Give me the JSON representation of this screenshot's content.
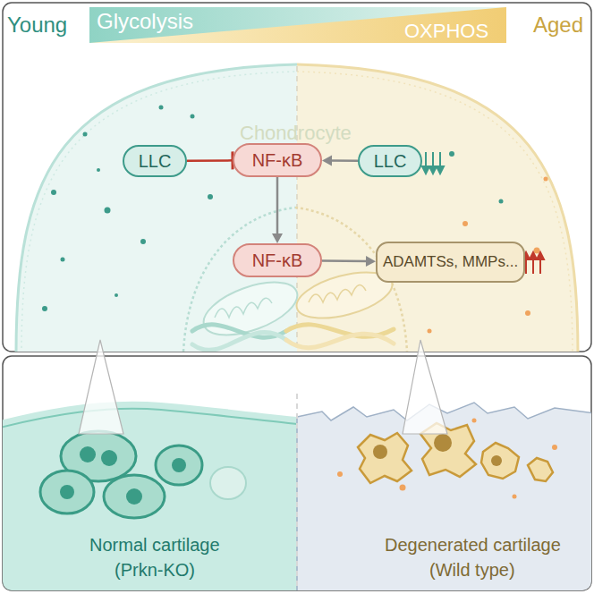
{
  "diagram": {
    "nodes": [
      {
        "text": [
          "LLC"
        ]
      },
      {
        "text": [
          "NF-κB"
        ]
      },
      {
        "text": [
          "LLC"
        ]
      },
      {
        "text": [
          "NF-κB"
        ]
      },
      {
        "text": [
          "ADAMTSs, MMPs..."
        ]
      }
    ],
    "edges": [
      {
        "from": 0,
        "to": 1,
        "arrow": "to"
      },
      {
        "from": 2,
        "to": 1,
        "arrow": "to"
      },
      {
        "from": 1,
        "to": 3,
        "arrow": "to"
      },
      {
        "from": 3,
        "to": 4,
        "arrow": "to"
      }
    ],
    "labels": [
      "Young",
      "Glycolysis",
      "OXPHOS",
      "Aged",
      "Chondrocyte",
      "Normal cartilage",
      "(Prkn-KO)",
      "Degenerated cartilage",
      "(Wild type)"
    ]
  }
}
